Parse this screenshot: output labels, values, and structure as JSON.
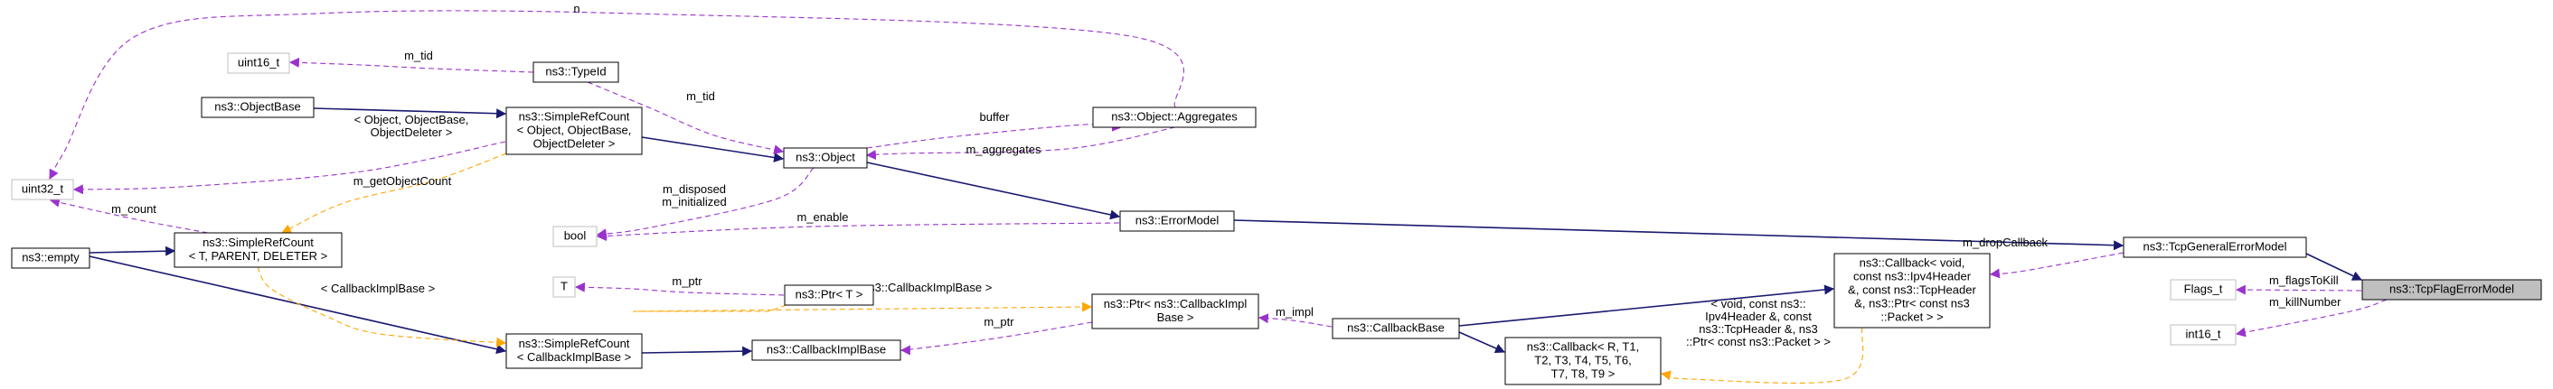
{
  "nodes": [
    {
      "id": "tcpflag",
      "lines": [
        "ns3::TcpFlagErrorModel"
      ],
      "style": "focus"
    },
    {
      "id": "tcpgeneral",
      "lines": [
        "ns3::TcpGeneralErrorModel"
      ],
      "style": "normal"
    },
    {
      "id": "errormodel",
      "lines": [
        "ns3::ErrorModel"
      ],
      "style": "normal"
    },
    {
      "id": "object",
      "lines": [
        "ns3::Object"
      ],
      "style": "normal"
    },
    {
      "id": "aggregates",
      "lines": [
        "ns3::Object::Aggregates"
      ],
      "style": "normal"
    },
    {
      "id": "typeid",
      "lines": [
        "ns3::TypeId"
      ],
      "style": "normal"
    },
    {
      "id": "uint16",
      "lines": [
        "uint16_t"
      ],
      "style": "muted"
    },
    {
      "id": "objectbase",
      "lines": [
        "ns3::ObjectBase"
      ],
      "style": "normal"
    },
    {
      "id": "srcobj",
      "lines": [
        "ns3::SimpleRefCount",
        "< Object, ObjectBase,",
        "ObjectDeleter >"
      ],
      "style": "normal"
    },
    {
      "id": "uint32",
      "lines": [
        "uint32_t"
      ],
      "style": "muted"
    },
    {
      "id": "bool",
      "lines": [
        "bool"
      ],
      "style": "muted"
    },
    {
      "id": "srctpl",
      "lines": [
        "ns3::SimpleRefCount",
        "< T, PARENT, DELETER >"
      ],
      "style": "normal"
    },
    {
      "id": "empty",
      "lines": [
        "ns3::empty"
      ],
      "style": "normal"
    },
    {
      "id": "srccib",
      "lines": [
        "ns3::SimpleRefCount",
        "< CallbackImplBase >"
      ],
      "style": "normal"
    },
    {
      "id": "tnode",
      "lines": [
        "T"
      ],
      "style": "muted"
    },
    {
      "id": "ptrt",
      "lines": [
        "ns3::Ptr< T >"
      ],
      "style": "normal"
    },
    {
      "id": "cibase",
      "lines": [
        "ns3::CallbackImplBase"
      ],
      "style": "normal"
    },
    {
      "id": "ptrcib",
      "lines": [
        "ns3::Ptr< ns3::CallbackImpl",
        "Base >"
      ],
      "style": "normal"
    },
    {
      "id": "cbbase",
      "lines": [
        "ns3::CallbackBase"
      ],
      "style": "normal"
    },
    {
      "id": "cbvoid",
      "lines": [
        "ns3::Callback< void,",
        "const ns3::Ipv4Header",
        "&, const ns3::TcpHeader",
        "&, ns3::Ptr< const ns3",
        "::Packet > >"
      ],
      "style": "normal"
    },
    {
      "id": "cbtpl",
      "lines": [
        "ns3::Callback< R, T1,",
        "T2, T3, T4, T5, T6,",
        "T7, T8, T9 >"
      ],
      "style": "normal"
    },
    {
      "id": "flagst",
      "lines": [
        "Flags_t"
      ],
      "style": "muted"
    },
    {
      "id": "int16",
      "lines": [
        "int16_t"
      ],
      "style": "muted"
    }
  ],
  "edges": [
    {
      "from": "tcpgeneral",
      "to": "tcpflag",
      "kind": "inherit"
    },
    {
      "from": "errormodel",
      "to": "tcpgeneral",
      "kind": "inherit"
    },
    {
      "from": "object",
      "to": "errormodel",
      "kind": "inherit"
    },
    {
      "from": "srcobj",
      "to": "object",
      "kind": "inherit"
    },
    {
      "from": "objectbase",
      "to": "srcobj",
      "kind": "inherit"
    },
    {
      "from": "empty",
      "to": "srctpl",
      "kind": "inherit"
    },
    {
      "from": "empty",
      "to": "srccib",
      "kind": "inherit"
    },
    {
      "from": "srccib",
      "to": "cibase",
      "kind": "inherit"
    },
    {
      "from": "cbbase",
      "to": "cbvoid",
      "kind": "inherit"
    },
    {
      "from": "cbbase",
      "to": "cbtpl",
      "kind": "inherit"
    },
    {
      "from": "srctpl",
      "to": "srcobj",
      "kind": "template",
      "label": [
        "< Object, ObjectBase,",
        "ObjectDeleter >"
      ]
    },
    {
      "from": "srctpl",
      "to": "srccib",
      "kind": "template",
      "label": [
        "< CallbackImplBase >"
      ]
    },
    {
      "from": "ptrt",
      "to": "ptrcib",
      "kind": "template",
      "label": [
        "< ns3::CallbackImplBase >"
      ]
    },
    {
      "from": "cbtpl",
      "to": "cbvoid",
      "kind": "template",
      "label": [
        "< void, const ns3::",
        "Ipv4Header &, const",
        "ns3::TcpHeader &, ns3",
        "::Ptr< const ns3::Packet > >"
      ]
    },
    {
      "from": "flagst",
      "to": "tcpflag",
      "kind": "member",
      "label": [
        "m_flagsToKill"
      ]
    },
    {
      "from": "int16",
      "to": "tcpflag",
      "kind": "member",
      "label": [
        "m_killNumber"
      ]
    },
    {
      "from": "cbvoid",
      "to": "tcpgeneral",
      "kind": "member",
      "label": [
        "m_dropCallback"
      ]
    },
    {
      "from": "bool",
      "to": "errormodel",
      "kind": "member",
      "label": [
        "m_enable"
      ]
    },
    {
      "from": "bool",
      "to": "object",
      "kind": "member",
      "label": [
        "m_disposed",
        "m_initialized"
      ]
    },
    {
      "from": "aggregates",
      "to": "object",
      "kind": "member",
      "label": [
        "m_aggregates"
      ]
    },
    {
      "from": "object",
      "to": "aggregates",
      "kind": "member",
      "label": [
        "buffer"
      ]
    },
    {
      "from": "typeid",
      "to": "object",
      "kind": "member",
      "label": [
        "m_tid"
      ]
    },
    {
      "from": "uint16",
      "to": "typeid",
      "kind": "member",
      "label": [
        "m_tid"
      ]
    },
    {
      "from": "uint32",
      "to": "aggregates",
      "kind": "member",
      "label": [
        "n"
      ]
    },
    {
      "from": "uint32",
      "to": "srcobj",
      "kind": "member",
      "label": [
        "m_getObjectCount"
      ]
    },
    {
      "from": "uint32",
      "to": "srctpl",
      "kind": "member",
      "label": [
        "m_count"
      ]
    },
    {
      "from": "tnode",
      "to": "ptrt",
      "kind": "member",
      "label": [
        "m_ptr"
      ]
    },
    {
      "from": "cibase",
      "to": "ptrcib",
      "kind": "member",
      "label": [
        "m_ptr"
      ]
    },
    {
      "from": "ptrcib",
      "to": "cbbase",
      "kind": "member",
      "label": [
        "m_impl"
      ]
    }
  ],
  "colors": {
    "inherit": "#191970",
    "template": "#ffa500",
    "member": "#9a32cd",
    "focus_fill": "#bfbfbf",
    "box_border": "#000000",
    "muted_border": "#bfbfbf",
    "muted_text": "#404040"
  }
}
